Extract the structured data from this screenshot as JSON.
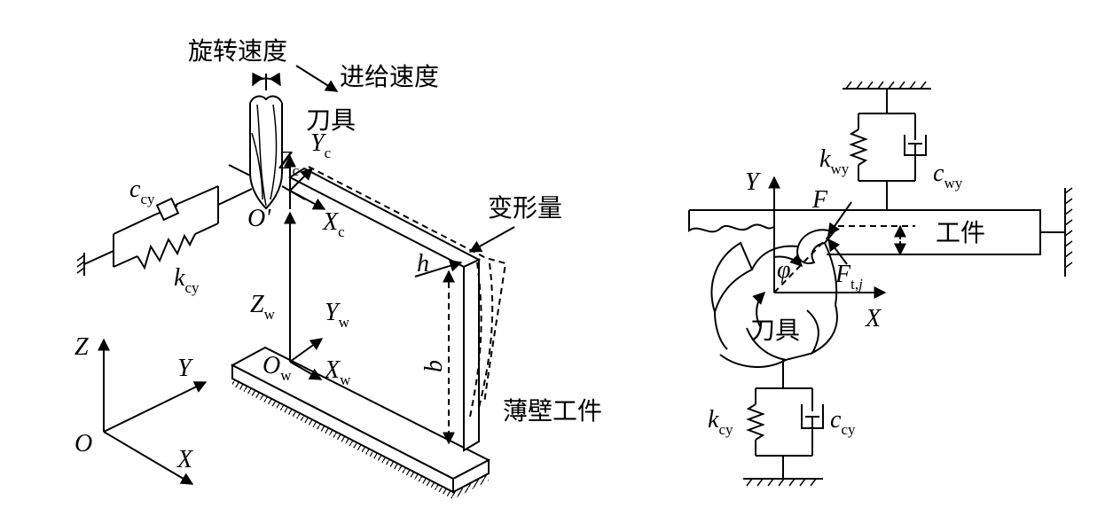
{
  "left": {
    "rotation_speed": "旋转速度",
    "feed_speed": "进给速度",
    "tool": "刀具",
    "deformation": "变形量",
    "thin_wall_workpiece": "薄壁工件",
    "c_cy": {
      "main": "c",
      "sub": "cy"
    },
    "k_cy": {
      "main": "k",
      "sub": "cy"
    },
    "Zc": {
      "main": "Z",
      "sub": "c"
    },
    "Yc": {
      "main": "Y",
      "sub": "c"
    },
    "Xc": {
      "main": "X",
      "sub": "c"
    },
    "Oprime": "O'",
    "Zw": {
      "main": "Z",
      "sub": "w"
    },
    "Yw": {
      "main": "Y",
      "sub": "w"
    },
    "Xw": {
      "main": "X",
      "sub": "w"
    },
    "Ow": {
      "main": "O",
      "sub": "w"
    },
    "h": "h",
    "b": "b",
    "Z": "Z",
    "Y": "Y",
    "X": "X",
    "O": "O"
  },
  "right": {
    "k_wy": {
      "main": "k",
      "sub": "wy"
    },
    "c_wy": {
      "main": "c",
      "sub": "wy"
    },
    "Y": "Y",
    "F": "F",
    "workpiece": "工件",
    "phi": "φ",
    "Ftj": {
      "main": "F",
      "sub": "t,",
      "sub2": "j"
    },
    "X": "X",
    "tool": "刀具",
    "k_cy": {
      "main": "k",
      "sub": "cy"
    },
    "c_cy": {
      "main": "c",
      "sub": "cy"
    }
  }
}
